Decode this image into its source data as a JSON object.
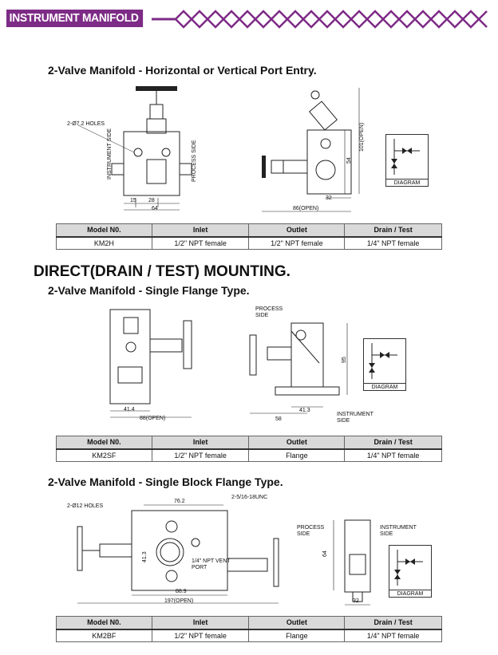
{
  "header": {
    "title": "INSTRUMENT MANIFOLD"
  },
  "section1": {
    "title": "2-Valve Manifold - Horizontal or Vertical Port Entry.",
    "labels": {
      "holes": "2-Ø7.2 HOLES",
      "instrument_side": "INSTRUMENT SIDE",
      "process_side": "PROCESS SIDE",
      "d15": "15",
      "d28": "28",
      "d64": "64",
      "d86": "86(OPEN)",
      "d32": "32",
      "d54": "54",
      "d101": "101(OPEN)"
    },
    "diagram": "DIAGRAM",
    "table": {
      "headers": [
        "Model N0.",
        "Inlet",
        "Outlet",
        "Drain / Test"
      ],
      "row": [
        "KM2H",
        "1/2\" NPT female",
        "1/2\" NPT female",
        "1/4\" NPT female"
      ]
    }
  },
  "section2": {
    "heading": "DIRECT(DRAIN / TEST) MOUNTING.",
    "title": "2-Valve Manifold - Single Flange Type.",
    "labels": {
      "process_side": "PROCESS SIDE",
      "d41_4": "41.4",
      "d88": "88(OPEN)",
      "d58": "58",
      "d41_3": "41.3",
      "d95": "95",
      "instrument_side": "INSTRUMENT SIDE"
    },
    "diagram": "DIAGRAM",
    "table": {
      "headers": [
        "Model N0.",
        "Inlet",
        "Outlet",
        "Drain / Test"
      ],
      "row": [
        "KM2SF",
        "1/2\" NPT female",
        "Flange",
        "1/4\" NPT female"
      ]
    }
  },
  "section3": {
    "title": "2-Valve Manifold - Single Block Flange Type.",
    "labels": {
      "holes": "2-Ø12 HOLES",
      "d76": "76.2",
      "unc": "2-5/16-18UNC",
      "d41_3": "41.3",
      "vent": "1/4\" NPT VENT PORT",
      "d88_9": "88.9",
      "d197": "197(OPEN)",
      "process_side": "PROCESS SIDE",
      "instrument_side": "INSTRUMENT SIDE",
      "d64": "64",
      "d32": "32"
    },
    "diagram": "DIAGRAM",
    "table": {
      "headers": [
        "Model N0.",
        "Inlet",
        "Outlet",
        "Drain / Test"
      ],
      "row": [
        "KM2BF",
        "1/2\" NPT female",
        "Flange",
        "1/4\" NPT female"
      ]
    }
  }
}
